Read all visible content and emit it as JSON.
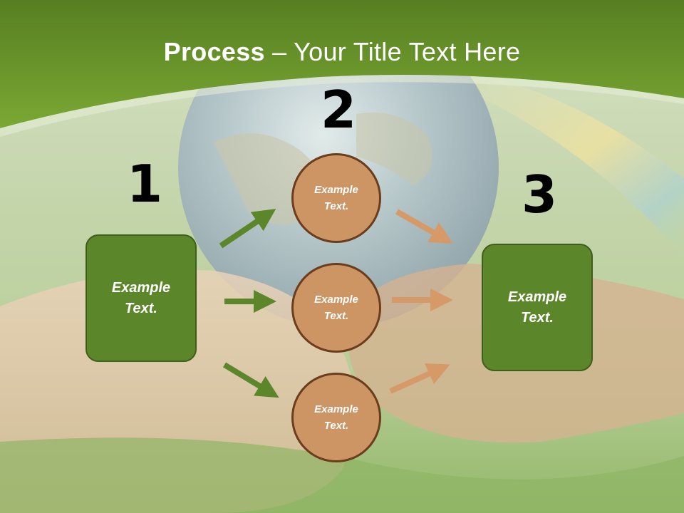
{
  "title": {
    "bold": "Process",
    "rest": " – Your Title Text Here"
  },
  "steps": {
    "n1": "1",
    "n2": "2",
    "n3": "3"
  },
  "left_box": {
    "line1": "Example",
    "line2": "Text."
  },
  "right_box": {
    "line1": "Example",
    "line2": "Text."
  },
  "circles": [
    {
      "line1": "Example",
      "line2": "Text."
    },
    {
      "line1": "Example",
      "line2": "Text."
    },
    {
      "line1": "Example",
      "line2": "Text."
    }
  ],
  "colors": {
    "header_green": "#6a9a2a",
    "box_green": "#5b862a",
    "circle_fill": "#cd9564",
    "circle_border": "#6b3d1d",
    "green_arrow": "#5b862a",
    "tan_arrow": "#d69a68"
  },
  "background_image": "globe-held-in-hands-photo"
}
